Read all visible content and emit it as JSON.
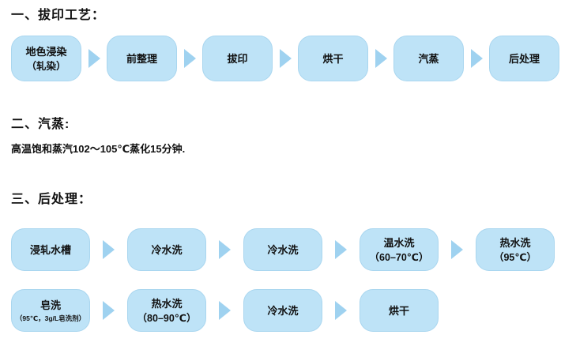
{
  "colors": {
    "box_fill": "#bee3f7",
    "box_border": "#a9d6ef",
    "arrow_fill": "#9fd2f0",
    "text": "#111111",
    "background": "#ffffff"
  },
  "sections": [
    {
      "title": "一、拔印工艺：",
      "rows": [
        [
          {
            "lines": [
              "地色浸染",
              "（轧染）"
            ]
          },
          {
            "lines": [
              "前整理"
            ]
          },
          {
            "lines": [
              "拔印"
            ]
          },
          {
            "lines": [
              "烘干"
            ]
          },
          {
            "lines": [
              "汽蒸"
            ]
          },
          {
            "lines": [
              "后处理"
            ]
          }
        ]
      ]
    },
    {
      "title": "二、汽蒸:",
      "body": "高温饱和蒸汽102～105℃蒸化15分钟."
    },
    {
      "title": "三、后处理：",
      "rows": [
        [
          {
            "lines": [
              "浸轧水槽"
            ]
          },
          {
            "lines": [
              "冷水洗"
            ]
          },
          {
            "lines": [
              "冷水洗"
            ]
          },
          {
            "lines": [
              "温水洗",
              "（60–70℃）"
            ]
          },
          {
            "lines": [
              "热水洗",
              "（95℃）"
            ]
          }
        ],
        [
          {
            "lines": [
              "皂洗",
              "（95℃，3g/L皂洗剂）"
            ],
            "small_sub": true
          },
          {
            "lines": [
              "热水洗",
              "（80–90℃）"
            ]
          },
          {
            "lines": [
              "冷水洗"
            ]
          },
          {
            "lines": [
              "烘干"
            ]
          }
        ]
      ]
    }
  ]
}
